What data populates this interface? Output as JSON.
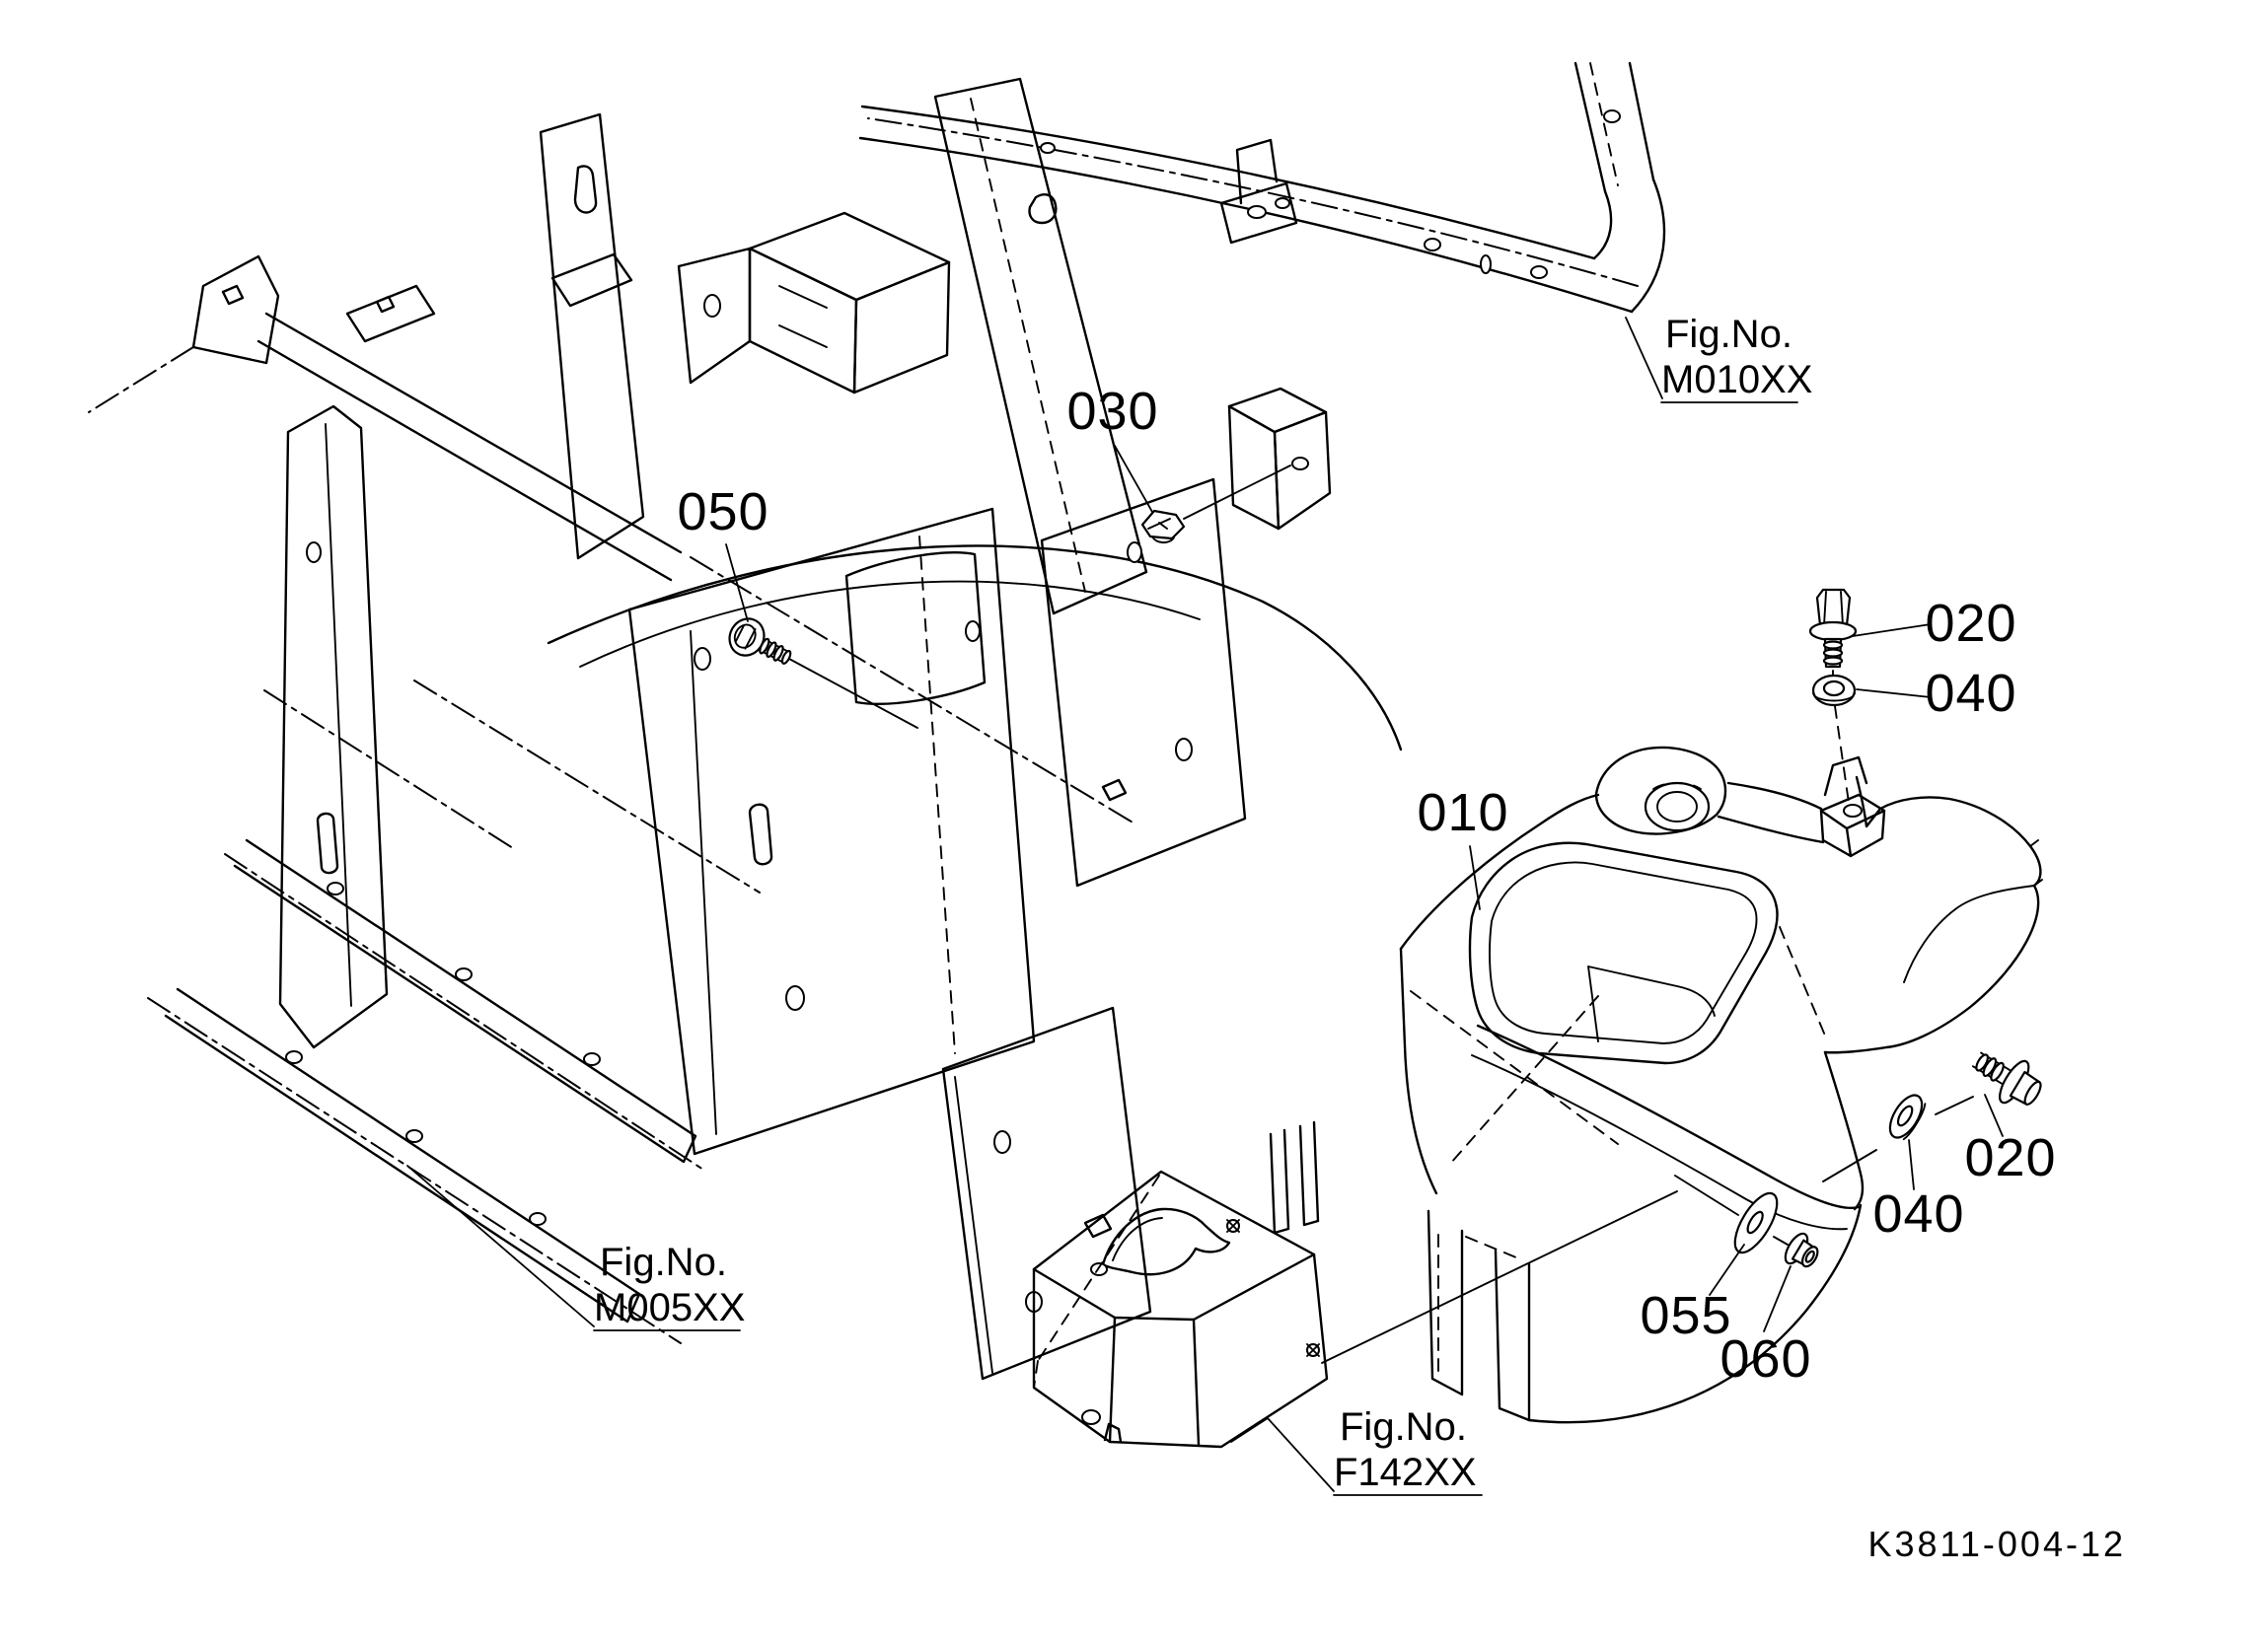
{
  "colors": {
    "background": "#ffffff",
    "line_color": "#000000"
  },
  "callouts": {
    "c010": "010",
    "c030": "030",
    "c050": "050",
    "c020_top": "020",
    "c040_top": "040",
    "c020_right": "020",
    "c040_right": "040",
    "c055": "055",
    "c060": "060"
  },
  "figure_refs": {
    "m010xx": {
      "prefix": "Fig.No.",
      "code": "M010XX"
    },
    "m005xx": {
      "prefix": "Fig.No.",
      "code": "M005XX"
    },
    "f142xx": {
      "prefix": "Fig.No.",
      "code": "F142XX"
    }
  },
  "title_block": {
    "drawing_number": "K3811-004-12"
  }
}
